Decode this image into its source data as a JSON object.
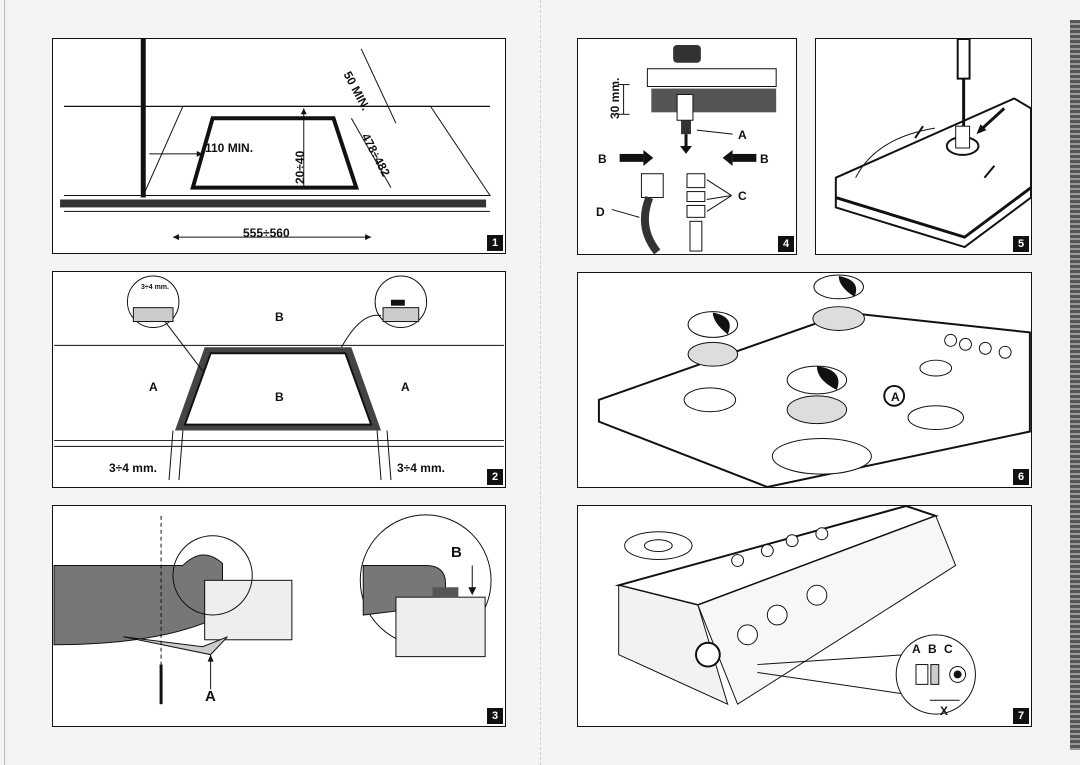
{
  "figures": [
    {
      "number": "1",
      "labels": {
        "min_front": "110 MIN.",
        "min_back": "50 MIN.",
        "depth": "20÷40",
        "width_range": "555÷560",
        "length_range": "478÷482"
      }
    },
    {
      "number": "2",
      "labels": {
        "A": "A",
        "B": "B",
        "gap_left": "3÷4 mm.",
        "gap_right": "3÷4 mm.",
        "gap_inset": "3÷4 mm."
      }
    },
    {
      "number": "3",
      "labels": {
        "A": "A",
        "B": "B"
      }
    },
    {
      "number": "4",
      "labels": {
        "height": "30 mm.",
        "A": "A",
        "B_left": "B",
        "B_right": "B",
        "C": "C",
        "D": "D"
      }
    },
    {
      "number": "5",
      "labels": {}
    },
    {
      "number": "6",
      "labels": {
        "A": "A"
      }
    },
    {
      "number": "7",
      "labels": {
        "A": "A",
        "B": "B",
        "C": "C",
        "X": "X"
      }
    }
  ]
}
